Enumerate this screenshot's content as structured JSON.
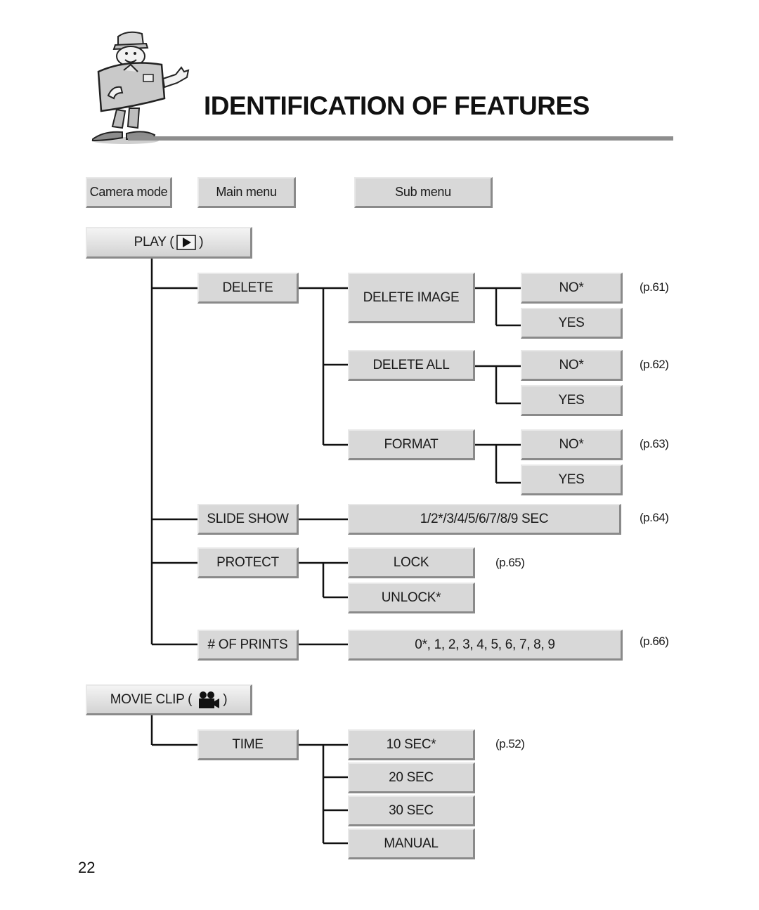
{
  "page": {
    "title": "IDENTIFICATION OF FEATURES",
    "number": "22"
  },
  "legend": {
    "camera_mode": "Camera mode",
    "main_menu": "Main menu",
    "sub_menu": "Sub menu"
  },
  "icons": {
    "mascot": "camera-mascot-icon",
    "play": "play-triangle-icon",
    "movie": "movie-camera-icon"
  },
  "play": {
    "label_prefix": "PLAY (",
    "label_suffix": ")",
    "delete": {
      "label": "DELETE",
      "delete_image": {
        "label": "DELETE IMAGE",
        "option_no": "NO*",
        "option_yes": "YES",
        "ref": "(p.61)"
      },
      "delete_all": {
        "label": "DELETE ALL",
        "option_no": "NO*",
        "option_yes": "YES",
        "ref": "(p.62)"
      },
      "format": {
        "label": "FORMAT",
        "option_no": "NO*",
        "option_yes": "YES",
        "ref": "(p.63)"
      }
    },
    "slide_show": {
      "label": "SLIDE SHOW",
      "value": "1/2*/3/4/5/6/7/8/9 SEC",
      "ref": "(p.64)"
    },
    "protect": {
      "label": "PROTECT",
      "option_lock": "LOCK",
      "option_unlock": "UNLOCK*",
      "ref": "(p.65)"
    },
    "prints": {
      "label": "# OF PRINTS",
      "value": "0*, 1, 2, 3, 4, 5, 6, 7, 8, 9",
      "ref": "(p.66)"
    }
  },
  "movie": {
    "label_prefix": "MOVIE CLIP (",
    "label_suffix": ")",
    "time": {
      "label": "TIME",
      "options": [
        "10 SEC*",
        "20 SEC",
        "30 SEC",
        "MANUAL"
      ],
      "ref": "(p.52)"
    }
  }
}
